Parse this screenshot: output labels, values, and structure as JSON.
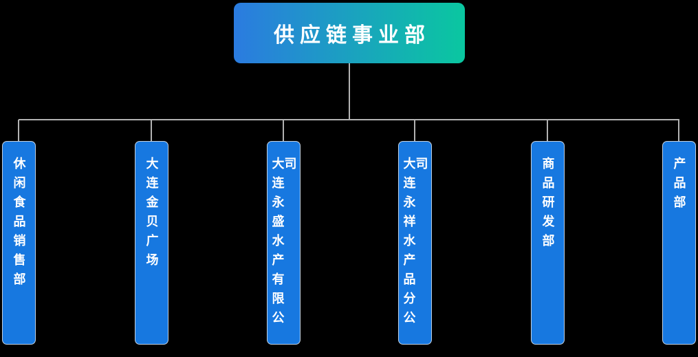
{
  "org_chart": {
    "root": {
      "label": "供应链事业部"
    },
    "children": [
      {
        "label": "休闲食品销售部"
      },
      {
        "label": "大连金贝广场"
      },
      {
        "label": "大连永盛水产有限公司"
      },
      {
        "label": "大连永祥水产品分公司"
      },
      {
        "label": "商品研发部"
      },
      {
        "label": "产品部"
      }
    ],
    "colors": {
      "background": "#000000",
      "root_gradient_start": "#2B7BE0",
      "root_gradient_end": "#0AC7A0",
      "child_fill": "#1778E0",
      "child_border": "#DDDDDD",
      "connector": "#B3B3B3",
      "text": "#FFFFFF"
    }
  }
}
